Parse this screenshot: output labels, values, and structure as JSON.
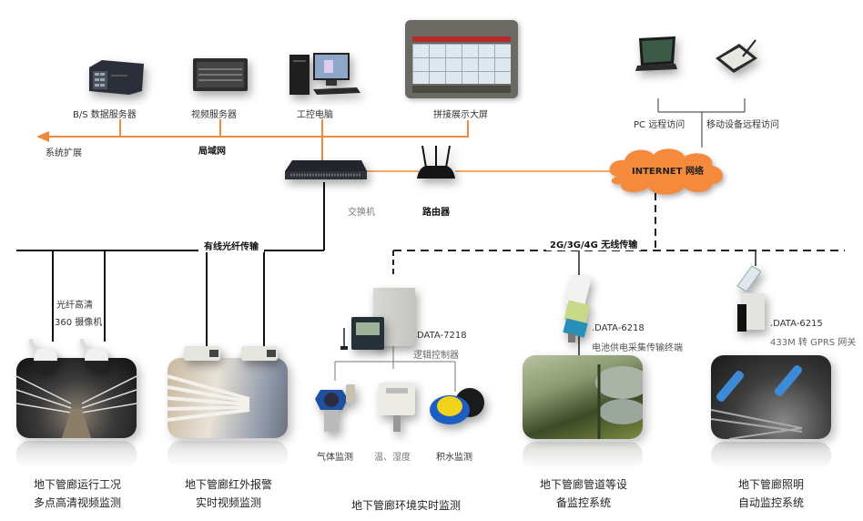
{
  "colors": {
    "lan_line": "#ef8a3a",
    "wired_line": "#111111",
    "wireless_line": "#222222",
    "cloud": "#f58a3c",
    "text": "#333333"
  },
  "top": {
    "servers": [
      {
        "label": "B/S 数据服务器",
        "icon": "rack-server-icon"
      },
      {
        "label": "视频服务器",
        "icon": "video-server-icon"
      },
      {
        "label": "工控电脑",
        "icon": "desktop-computer-icon"
      },
      {
        "label": "拼接展示大屏",
        "icon": "video-wall-icon"
      }
    ],
    "lan_label": "局域网",
    "extend_label": "系统扩展",
    "switch_label": "交换机",
    "router_label": "路由器"
  },
  "remote": {
    "pc_label": "PC 远程访问",
    "mobile_label": "移动设备远程访问",
    "cloud_label": "INTERNET 网络"
  },
  "transport": {
    "wired_label": "有线光纤传输",
    "wireless_label": "2G/3G/4G 无线传输"
  },
  "subsystems": {
    "camera": {
      "device_label_line1": "光纤高清",
      "device_label_line2": "360 摄像机",
      "caption_line1": "地下管廊运行工况",
      "caption_line2": "多点高清视频监测"
    },
    "infrared": {
      "caption_line1": "地下管廊红外报警",
      "caption_line2": "实时视频监测"
    },
    "environment": {
      "model": "DATA-7218",
      "model_desc": "逻辑控制器",
      "sensors": [
        "气体监测",
        "温、湿度",
        "积水监测"
      ],
      "caption": "地下管廊环境实时监测"
    },
    "pipeline": {
      "model": ".DATA-6218",
      "model_desc": "电池供电采集传输终端",
      "caption_line1": "地下管廊管道等设",
      "caption_line2": "备监控系统"
    },
    "lighting": {
      "model": ".DATA-6215",
      "model_desc": "433M 转 GPRS 网关",
      "caption_line1": "地下管廊照明",
      "caption_line2": "自动监控系统"
    }
  }
}
